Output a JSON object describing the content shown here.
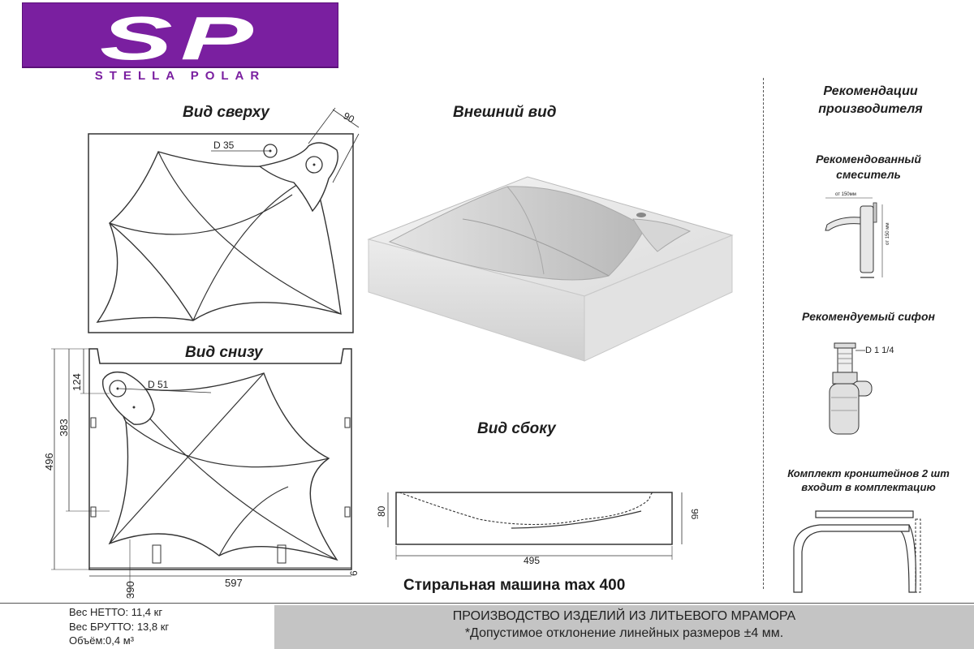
{
  "logo": {
    "letters": "SP",
    "brand": "STELLA POLAR",
    "bg_color": "#7a1fa0",
    "text_color": "#ffffff"
  },
  "views": {
    "top": "Вид сверху",
    "exterior": "Внешний вид",
    "bottom": "Вид снизу",
    "side": "Вид сбоку"
  },
  "dimensions": {
    "top_angle": "90",
    "top_hole": "D 35",
    "bottom_drain": "D 51",
    "height_total": "496",
    "height_383": "383",
    "height_124": "124",
    "width": "597",
    "offset_390": "390",
    "depth_bottom": "6",
    "side_80": "80",
    "side_96": "96",
    "side_length": "495"
  },
  "washing_machine": "Стиральная машина max 400",
  "recommendations": {
    "title_line1": "Рекомендации",
    "title_line2": "производителя",
    "mixer_line1": "Рекомендованный",
    "mixer_line2": "смеситель",
    "mixer_dim_top": "от 150мм",
    "mixer_dim_side": "от 150 мм",
    "siphon": "Рекомендуемый сифон",
    "siphon_dim": "D 1 1/4",
    "brackets_line1": "Комплект кронштейнов 2 шт",
    "brackets_line2": "входит в комплектацию"
  },
  "specs": {
    "net": "Вес НЕТТО: 11,4 кг",
    "gross": "Вес БРУТТО: 13,8 кг",
    "volume": "Объём:0,4 м³"
  },
  "footer": {
    "line1": "ПРОИЗВОДСТВО ИЗДЕЛИЙ ИЗ ЛИТЬЕВОГО МРАМОРА",
    "line2": "*Допустимое отклонение линейных размеров ±4 мм."
  }
}
